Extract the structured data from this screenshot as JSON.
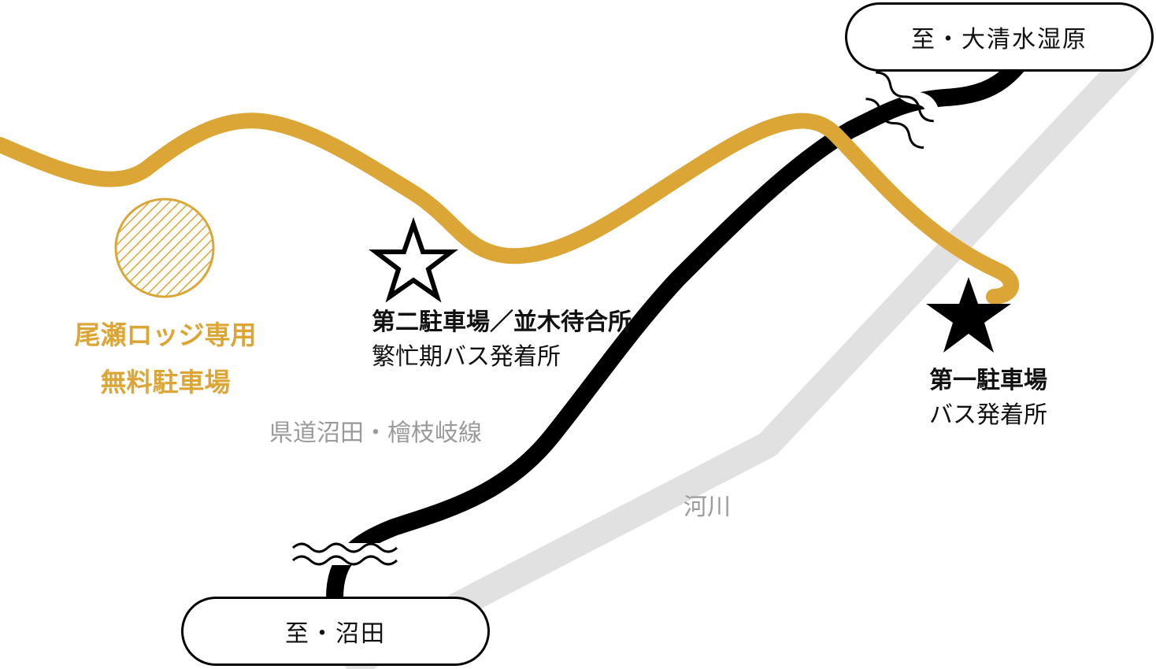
{
  "map": {
    "destinations": {
      "north": "至・大清水湿原",
      "south": "至・沼田"
    },
    "road_label": "県道沼田・檜枝岐線",
    "river_label": "河川",
    "lodge_parking": {
      "line1": "尾瀬ロッジ専用",
      "line2": "無料駐車場"
    },
    "parking_2": {
      "title": "第二駐車場／並木待合所",
      "subtitle": "繁忙期バス発着所"
    },
    "parking_1": {
      "title": "第一駐車場",
      "subtitle": "バス発着所"
    },
    "colors": {
      "trail": "#DCA636",
      "road": "#000000",
      "river": "#E1E1E1",
      "muted_text": "#9A9A9A"
    },
    "icons": {
      "parking_2_marker": "star-outline-icon",
      "parking_1_marker": "star-filled-icon",
      "lodge_parking_marker": "hatched-circle-icon",
      "road_break": "wavy-break-icon"
    }
  }
}
